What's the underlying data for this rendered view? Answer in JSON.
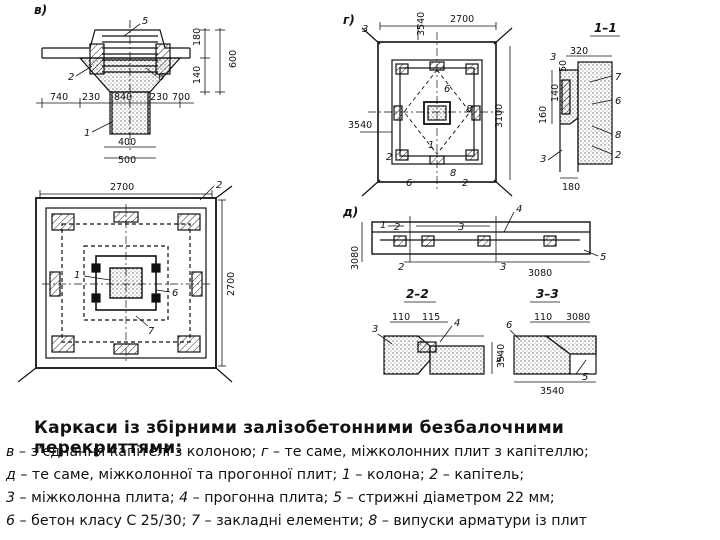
{
  "panels": {
    "v": {
      "label": "в)",
      "dims": [
        "180",
        "600",
        "140",
        "740",
        "230",
        "840",
        "230",
        "700",
        "400",
        "500"
      ],
      "callouts": [
        "5",
        "2",
        "6",
        "1"
      ]
    },
    "g": {
      "label": "г)",
      "dims": [
        "3",
        "3540",
        "2700",
        "3100",
        "3540"
      ],
      "callouts": [
        "6",
        "8",
        "1",
        "2",
        "8",
        "6",
        "2"
      ]
    },
    "s11": {
      "label": "1–1",
      "dims": [
        "320",
        "3",
        "50",
        "140",
        "160",
        "180"
      ],
      "callouts": [
        "7",
        "6",
        "8",
        "2",
        "3"
      ]
    },
    "plan": {
      "dims": [
        "2700",
        "2700"
      ],
      "callouts": [
        "2",
        "1",
        "6",
        "7"
      ]
    },
    "d": {
      "label": "д)",
      "dims": [
        "1",
        "2",
        "3",
        "3080",
        "3080"
      ],
      "callouts": [
        "4",
        "5",
        "2",
        "3"
      ]
    },
    "s22": {
      "label": "2–2",
      "dims": [
        "110",
        "115",
        "3"
      ],
      "callouts": [
        "4",
        "3"
      ]
    },
    "s33": {
      "label": "3–3",
      "dims": [
        "110",
        "3080",
        "3540",
        "3540"
      ],
      "callouts": [
        "6",
        "5"
      ]
    }
  },
  "caption": {
    "title": "Каркаси із збірними залізобетонними безбалочними перекриттями:",
    "lines": [
      {
        "k1": "в",
        "t1": " – з’єднання капітелі з колоною; ",
        "k2": "г",
        "t2": " – те саме, міжколонних плит з капітеллю;"
      },
      {
        "k1": "д",
        "t1": " – те саме, міжколонної та прогонної плит; ",
        "k2": "1",
        "t2": " – колона; ",
        "k3": "2",
        "t3": " – капітель;"
      },
      {
        "k1": "3",
        "t1": " – міжколонна плита; ",
        "k2": "4",
        "t2": " – прогонна плита; ",
        "k3": "5",
        "t3": " – стрижні діаметром 22 мм;"
      },
      {
        "k1": "6",
        "t1": " – бетон класу С 25/30; ",
        "k2": "7",
        "t2": " – закладні елементи; ",
        "k3": "8",
        "t3": " – випуски арматури із плит"
      }
    ]
  }
}
